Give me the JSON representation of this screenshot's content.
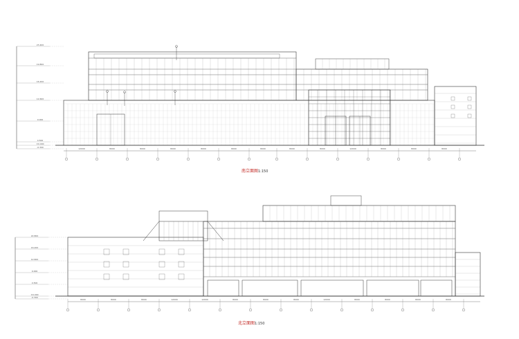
{
  "drawings": [
    {
      "title": "南立面图",
      "scale": "1:150",
      "levels": [
        "23.400",
        "19.800",
        "16.200",
        "12.600",
        "9.000",
        "4.500",
        "±0.000",
        "-0.300"
      ],
      "bay_dims": [
        "12000",
        "8000",
        "8000",
        "8000",
        "8000",
        "8000",
        "8000",
        "8000",
        "8000",
        "12000",
        "8000",
        "8000",
        "8000"
      ]
    },
    {
      "title": "北立面图",
      "scale": "1:150",
      "levels": [
        "22.800",
        "16.200",
        "12.600",
        "9.000",
        "4.500",
        "±0.000",
        "-0.300"
      ],
      "bay_dims": [
        "8000",
        "8000",
        "8000",
        "12000",
        "12000",
        "8000",
        "8000",
        "8000",
        "12000",
        "8000",
        "8000",
        "8000",
        "8000"
      ]
    }
  ]
}
